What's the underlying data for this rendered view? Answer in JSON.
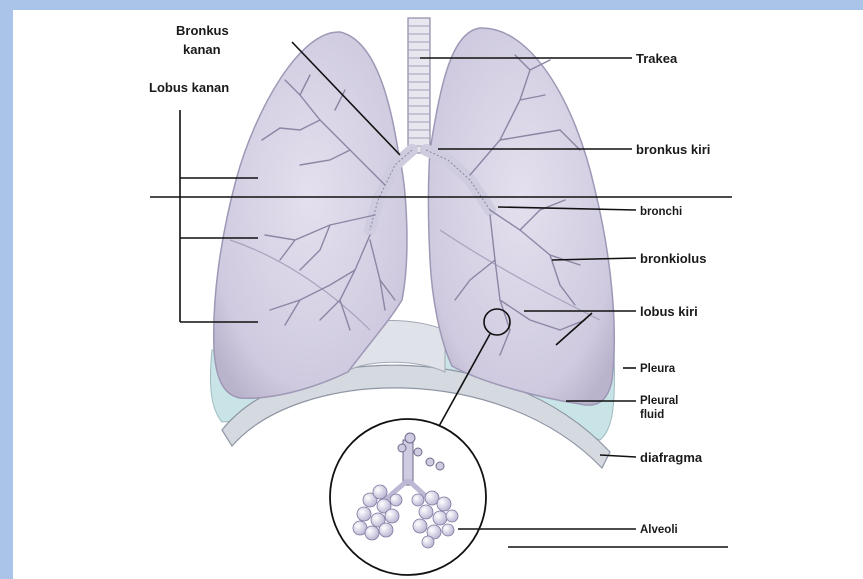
{
  "labels": {
    "bronkus_kanan_line1": "Bronkus",
    "bronkus_kanan_line2": "kanan",
    "lobus_kanan": "Lobus kanan",
    "trakea": "Trakea",
    "bronkus_kiri": "bronkus kiri",
    "bronchi": "bronchi",
    "bronkiolus": "bronkiolus",
    "lobus_kiri": "lobus kiri",
    "pleura": "Pleura",
    "pleural_fluid_line1": "Pleural",
    "pleural_fluid_line2": "fluid",
    "diafragma": "diafragma",
    "alveoli": "Alveoli"
  },
  "colors": {
    "frame": "#a9c4e8",
    "lung": "#d7d3e4",
    "lung_edge": "#9e98b6",
    "bronchi_tree": "#8c86a4",
    "pleural_fluid": "#c9e4e6",
    "diaphragm": "#d5d9e0",
    "trachea": "#e8e6ee"
  }
}
